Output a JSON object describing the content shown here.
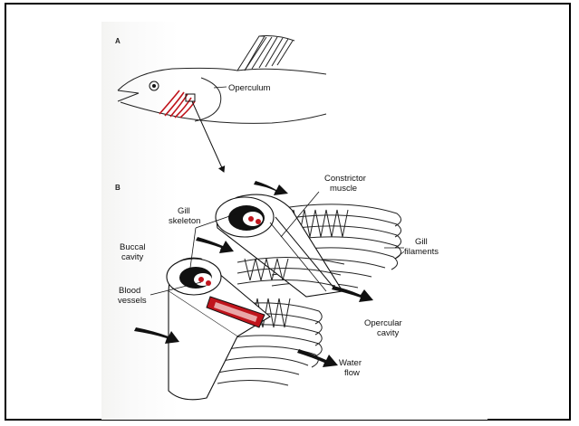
{
  "figure": {
    "panel_a_letter": "A",
    "panel_b_letter": "B",
    "labels": {
      "operculum": "Operculum",
      "constrictor_muscle": [
        "Constrictor",
        "muscle"
      ],
      "gill_skeleton": [
        "Gill",
        "skeleton"
      ],
      "gill_filaments": [
        "Gill",
        "filaments"
      ],
      "buccal_cavity": [
        "Buccal",
        "cavity"
      ],
      "blood_vessels": [
        "Blood",
        "vessels"
      ],
      "opercular_cavity": [
        "Opercular",
        "cavity"
      ],
      "water_flow": [
        "Water",
        "flow"
      ]
    },
    "colors": {
      "ink": "#111111",
      "blood_red": "#c0141c",
      "gill_pink": "#d9545a",
      "paper": "#ffffff"
    }
  }
}
